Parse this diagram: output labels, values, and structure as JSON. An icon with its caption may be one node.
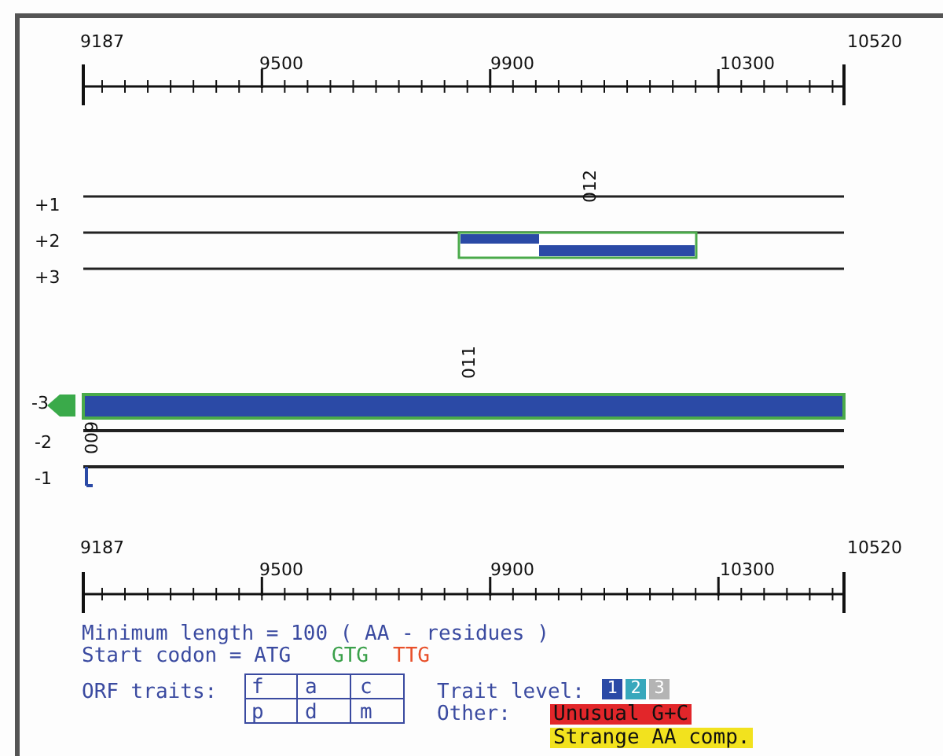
{
  "diagram": {
    "nodes": [
      {
        "text": [
          "012"
        ]
      },
      {
        "text": [
          "011"
        ]
      },
      {
        "text": [
          "009"
        ]
      }
    ],
    "labels": [
      "9187",
      "9500",
      "9900",
      "10300",
      "10520",
      "+1",
      "+2",
      "+3",
      "-3",
      "-2",
      "-1",
      "9187",
      "9500",
      "9900",
      "10300",
      "10520",
      "Minimum length = 100 ( AA - residues )",
      "Start codon = ATG",
      "GTG",
      "TTG",
      "ORF traits:",
      "f",
      "a",
      "c",
      "p",
      "d",
      "m",
      "Trait level:",
      "Other:"
    ],
    "legend": [
      {
        "text": "1",
        "color": "#2b4aa6"
      },
      {
        "text": "2",
        "color": "#38a8bc"
      },
      {
        "text": "3",
        "color": "#b4b4b4"
      },
      {
        "text": "Unusual G+C",
        "color": "#e2262a"
      },
      {
        "text": "Strange AA comp.",
        "color": "#f2e21e"
      }
    ]
  }
}
